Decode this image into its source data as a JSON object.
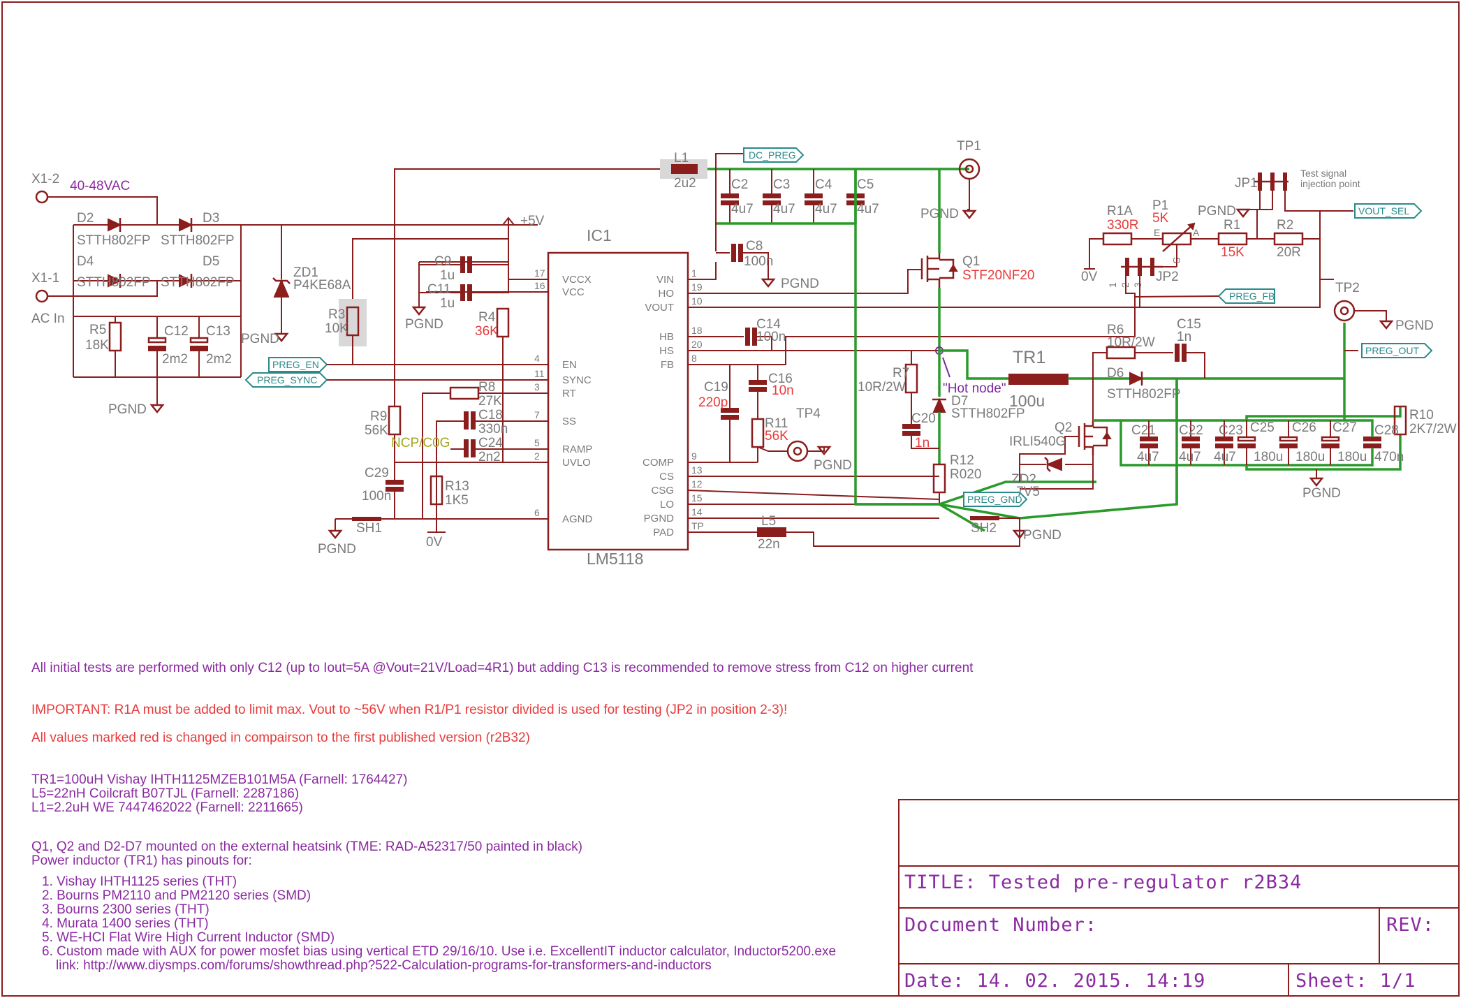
{
  "labels": {
    "x1_2": "X1-2",
    "ac_voltage": "40-48VAC",
    "x1_1": "X1-1",
    "ac_in": "AC In",
    "d2": "D2",
    "d3": "D3",
    "d4": "D4",
    "d5": "D5",
    "d2_val": "STTH802FP",
    "d3_val": "STTH802FP",
    "d4_val": "STTH802FP",
    "d5_val": "STTH802FP",
    "zd1": "ZD1",
    "zd1_val": "P4KE68A",
    "r5": "R5",
    "r5_val": "18K",
    "c12": "C12",
    "c12_val": "2m2",
    "c13": "C13",
    "c13_val": "2m2",
    "pgnd": "PGND",
    "l1": "L1",
    "l1_val": "2u2",
    "dc_preg": "DC_PREG",
    "c2": "C2",
    "c2_val": "4u7",
    "c3": "C3",
    "c3_val": "4u7",
    "c4": "C4",
    "c4_val": "4u7",
    "c5": "C5",
    "c5_val": "4u7",
    "tp1": "TP1",
    "plus5v": "+5V",
    "ic1": "IC1",
    "ic1_val": "LM5118",
    "c9": "C9",
    "c9_val": "1u",
    "c11": "C11",
    "c11_val": "1u",
    "r3": "R3",
    "r3_val": "10K",
    "r4": "R4",
    "r4_val": "36K",
    "preg_en": "PREG_EN",
    "preg_sync": "PREG_SYNC",
    "r8": "R8",
    "r8_val": "27K",
    "c18": "C18",
    "c18_val": "330n",
    "c24": "C24",
    "c24_val": "2n2",
    "ncp": "NCP/C0G",
    "r9": "R9",
    "r9_val": "56K",
    "c29": "C29",
    "c29_val": "100n",
    "r13": "R13",
    "r13_val": "1K5",
    "sh1": "SH1",
    "zero_v": "0V",
    "c8": "C8",
    "c8_val": "100n",
    "c14": "C14",
    "c14_val": "100n",
    "c19": "C19",
    "c19_val": "220p",
    "c16": "C16",
    "c16_val": "10n",
    "r11": "R11",
    "r11_val": "56K",
    "tp4": "TP4",
    "l5": "L5",
    "l5_val": "22n",
    "q1": "Q1",
    "q1_val": "STF20NF20",
    "r7": "R7",
    "r7_val": "10R/2W",
    "c20": "C20",
    "c20_val": "1n",
    "d7": "D7",
    "d7_val": "STTH802FP",
    "hot_node": "\"Hot node\"",
    "tr1": "TR1",
    "tr1_val": "100u",
    "r12": "R12",
    "r12_val": "R020",
    "preg_gnd": "PREG_GND",
    "sh2": "SH2",
    "r6": "R6",
    "r6_val": "10R/2W",
    "c15": "C15",
    "c15_val": "1n",
    "d6": "D6",
    "d6_val": "STTH802FP",
    "q2": "Q2",
    "q2_val": "IRLI540G",
    "zd2": "ZD2",
    "zd2_val": "7V5",
    "c21": "C21",
    "c21_val": "4u7",
    "c22": "C22",
    "c22_val": "4u7",
    "c23": "C23",
    "c23_val": "4u7",
    "c25": "C25",
    "c25_val": "180u",
    "c26": "C26",
    "c26_val": "180u",
    "c27": "C27",
    "c27_val": "180u",
    "c28": "C28",
    "c28_val": "470n",
    "r10": "R10",
    "r10_val": "2K7/2W",
    "tp2": "TP2",
    "preg_out": "PREG_OUT",
    "r1a": "R1A",
    "r1a_val": "330R",
    "p1": "P1",
    "p1_val": "5K",
    "r1": "R1",
    "r1_val": "15K",
    "r2": "R2",
    "r2_val": "20R",
    "jp1": "JP1",
    "jp2": "JP2",
    "test_signal": "Test signal",
    "injection_point": "injection point",
    "vout_sel": "VOUT_SEL",
    "preg_fb": "PREG_FB",
    "pot_e": "E",
    "pot_a": "A",
    "pot_s": "S"
  },
  "ic_pins": {
    "left": [
      {
        "num": "17",
        "name": "VCCX"
      },
      {
        "num": "16",
        "name": "VCC"
      },
      {
        "num": "4",
        "name": "EN"
      },
      {
        "num": "11",
        "name": "SYNC"
      },
      {
        "num": "3",
        "name": "RT"
      },
      {
        "num": "7",
        "name": "SS"
      },
      {
        "num": "5",
        "name": "RAMP"
      },
      {
        "num": "2",
        "name": "UVLO"
      },
      {
        "num": "6",
        "name": "AGND"
      }
    ],
    "right": [
      {
        "num": "1",
        "name": "VIN"
      },
      {
        "num": "19",
        "name": "HO"
      },
      {
        "num": "10",
        "name": "VOUT"
      },
      {
        "num": "18",
        "name": "HB"
      },
      {
        "num": "20",
        "name": "HS"
      },
      {
        "num": "8",
        "name": "FB"
      },
      {
        "num": "9",
        "name": "COMP"
      },
      {
        "num": "13",
        "name": "CS"
      },
      {
        "num": "12",
        "name": "CSG"
      },
      {
        "num": "15",
        "name": "LO"
      },
      {
        "num": "14",
        "name": "PGND"
      },
      {
        "num": "TP",
        "name": "PAD"
      }
    ]
  },
  "notes": {
    "line1": "All initial tests are performed with only C12 (up to Iout=5A @Vout=21V/Load=4R1) but adding C13 is recommended to remove stress from C12 on higher current",
    "line2": "IMPORTANT: R1A must be added to limit max. Vout to ~56V when R1/P1 resistor divided is used for testing (JP2 in position 2-3)!",
    "line3": "All values marked red is changed in compairson to the first published version (r2B32)",
    "tr1_info": "TR1=100uH Vishay IHTH1125MZEB101M5A (Farnell: 1764427)",
    "l5_info": "L5=22nH Coilcraft B07TJL (Farnell: 2287186)",
    "l1_info": "L1=2.2uH WE 7447462022 (Farnell: 2211665)",
    "heatsink": "Q1, Q2 and D2-D7 mounted on the external heatsink (TME: RAD-A52317/50 painted in black)",
    "pinouts_title": "Power inductor (TR1) has pinouts for:",
    "pinouts": [
      "1. Vishay IHTH1125 series (THT)",
      "2. Bourns PM2110 and PM2120 series (SMD)",
      "3. Bourns 2300 series (THT)",
      "4. Murata 1400 series (THT)",
      "5. WE-HCI Flat Wire High Current Inductor (SMD)",
      "6. Custom made with AUX for power mosfet bias using vertical ETD 29/16/10. Use i.e. ExcellentIT inductor calculator, Inductor5200.exe"
    ],
    "link": "link: http://www.diysmps.com/forums/showthread.php?522-Calculation-programs-for-transformers-and-inductors"
  },
  "title_block": {
    "title": "TITLE:  Tested pre-regulator r2B34",
    "doc_number": "Document Number:",
    "rev": "REV:",
    "date": "Date: 14. 02. 2015. 14:19",
    "sheet": "Sheet: 1/1"
  },
  "colors": {
    "wire": "#8b1d1d",
    "power_net": "#2a9a2a",
    "label": "#7a7a7a",
    "changed": "#e83a3a",
    "note": "#8a2aa0",
    "port": "#2a8a8a"
  }
}
